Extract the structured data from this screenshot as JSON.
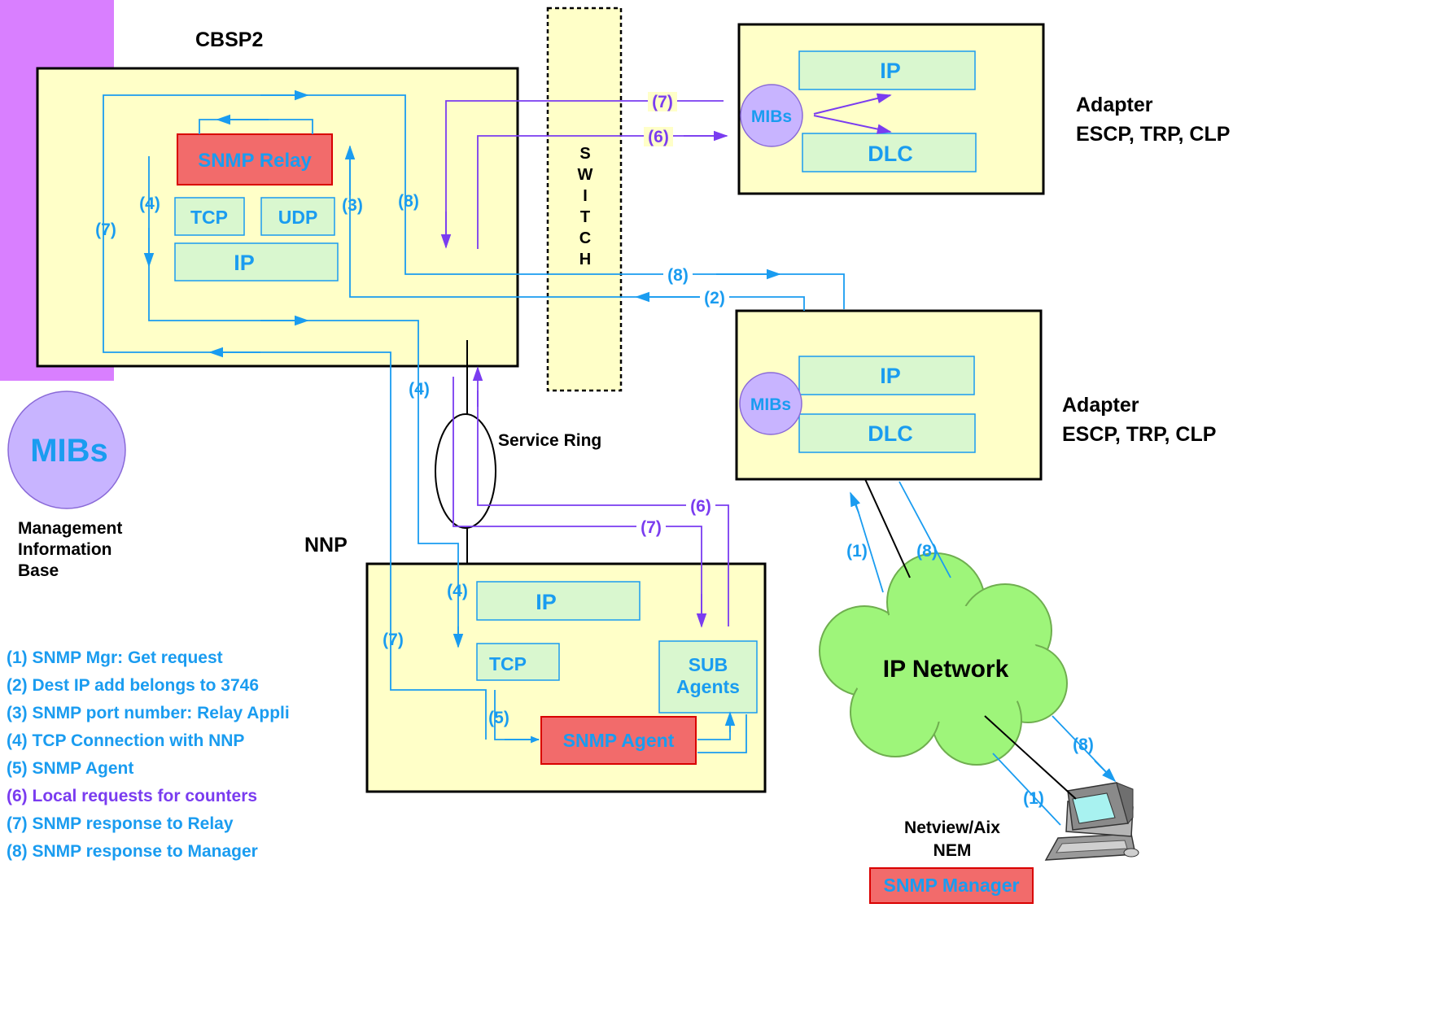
{
  "colors": {
    "sidebar": "#d97fff",
    "box_fill": "#ffffc8",
    "inner_fill": "#d9f7cf",
    "inner_stroke": "#1a9cf0",
    "relay_fill": "#f26b6b",
    "mib_fill": "#c8b4ff",
    "cloud_fill": "#9ef57a",
    "blue_text": "#1a9cf0",
    "violet": "#7a3cf0"
  },
  "icons": {
    "workstation": "computer-workstation-icon",
    "cloud": "ip-network-cloud-icon"
  },
  "cbsp2": {
    "title": "CBSP2",
    "snmp_relay": "SNMP Relay",
    "tcp": "TCP",
    "udp": "UDP",
    "ip": "IP",
    "step_4": "(4)",
    "step_7": "(7)",
    "step_3": "(3)",
    "step_8": "(8)"
  },
  "switch": {
    "letters": [
      "S",
      "W",
      "I",
      "T",
      "C",
      "H"
    ]
  },
  "adapter_top": {
    "line1": "Adapter",
    "line2": "ESCP, TRP, CLP",
    "ip": "IP",
    "dlc": "DLC",
    "mibs": "MIBs",
    "req_7": "(7)",
    "req_6": "(6)"
  },
  "adapter_mid": {
    "line1": "Adapter",
    "line2": "ESCP, TRP, CLP",
    "ip": "IP",
    "dlc": "DLC",
    "mibs": "MIBs",
    "flow_8": "(8)",
    "flow_2": "(2)"
  },
  "mib_legend": {
    "circle": "MIBs",
    "line1": "Management",
    "line2": "Information",
    "line3": "Base"
  },
  "service_ring": {
    "label": "Service Ring",
    "step_4": "(4)",
    "step_6": "(6)",
    "step_7": "(7)"
  },
  "nnp": {
    "title": "NNP",
    "ip": "IP",
    "tcp": "TCP",
    "sub_agents_1": "SUB",
    "sub_agents_2": "Agents",
    "snmp_agent": "SNMP Agent",
    "step_4": "(4)",
    "step_7": "(7)",
    "step_5": "(5)"
  },
  "network": {
    "cloud": "IP Network",
    "step_1_up": "(1)",
    "step_8_down": "(8)",
    "step_8_pc": "(8)",
    "step_1_pc": "(1)"
  },
  "manager": {
    "line1": "Netview/Aix",
    "line2": "NEM",
    "box": "SNMP Manager"
  },
  "legend": [
    {
      "text": "(1) SNMP Mgr: Get request",
      "color": "blue"
    },
    {
      "text": "(2) Dest IP add belongs to 3746",
      "color": "blue"
    },
    {
      "text": "(3) SNMP port number: Relay Appli",
      "color": "blue"
    },
    {
      "text": "(4) TCP Connection with NNP",
      "color": "blue"
    },
    {
      "text": "(5) SNMP Agent",
      "color": "blue"
    },
    {
      "text": "(6) Local requests for counters",
      "color": "violet"
    },
    {
      "text": "(7) SNMP response to Relay",
      "color": "blue"
    },
    {
      "text": "(8) SNMP response to Manager",
      "color": "blue"
    }
  ]
}
